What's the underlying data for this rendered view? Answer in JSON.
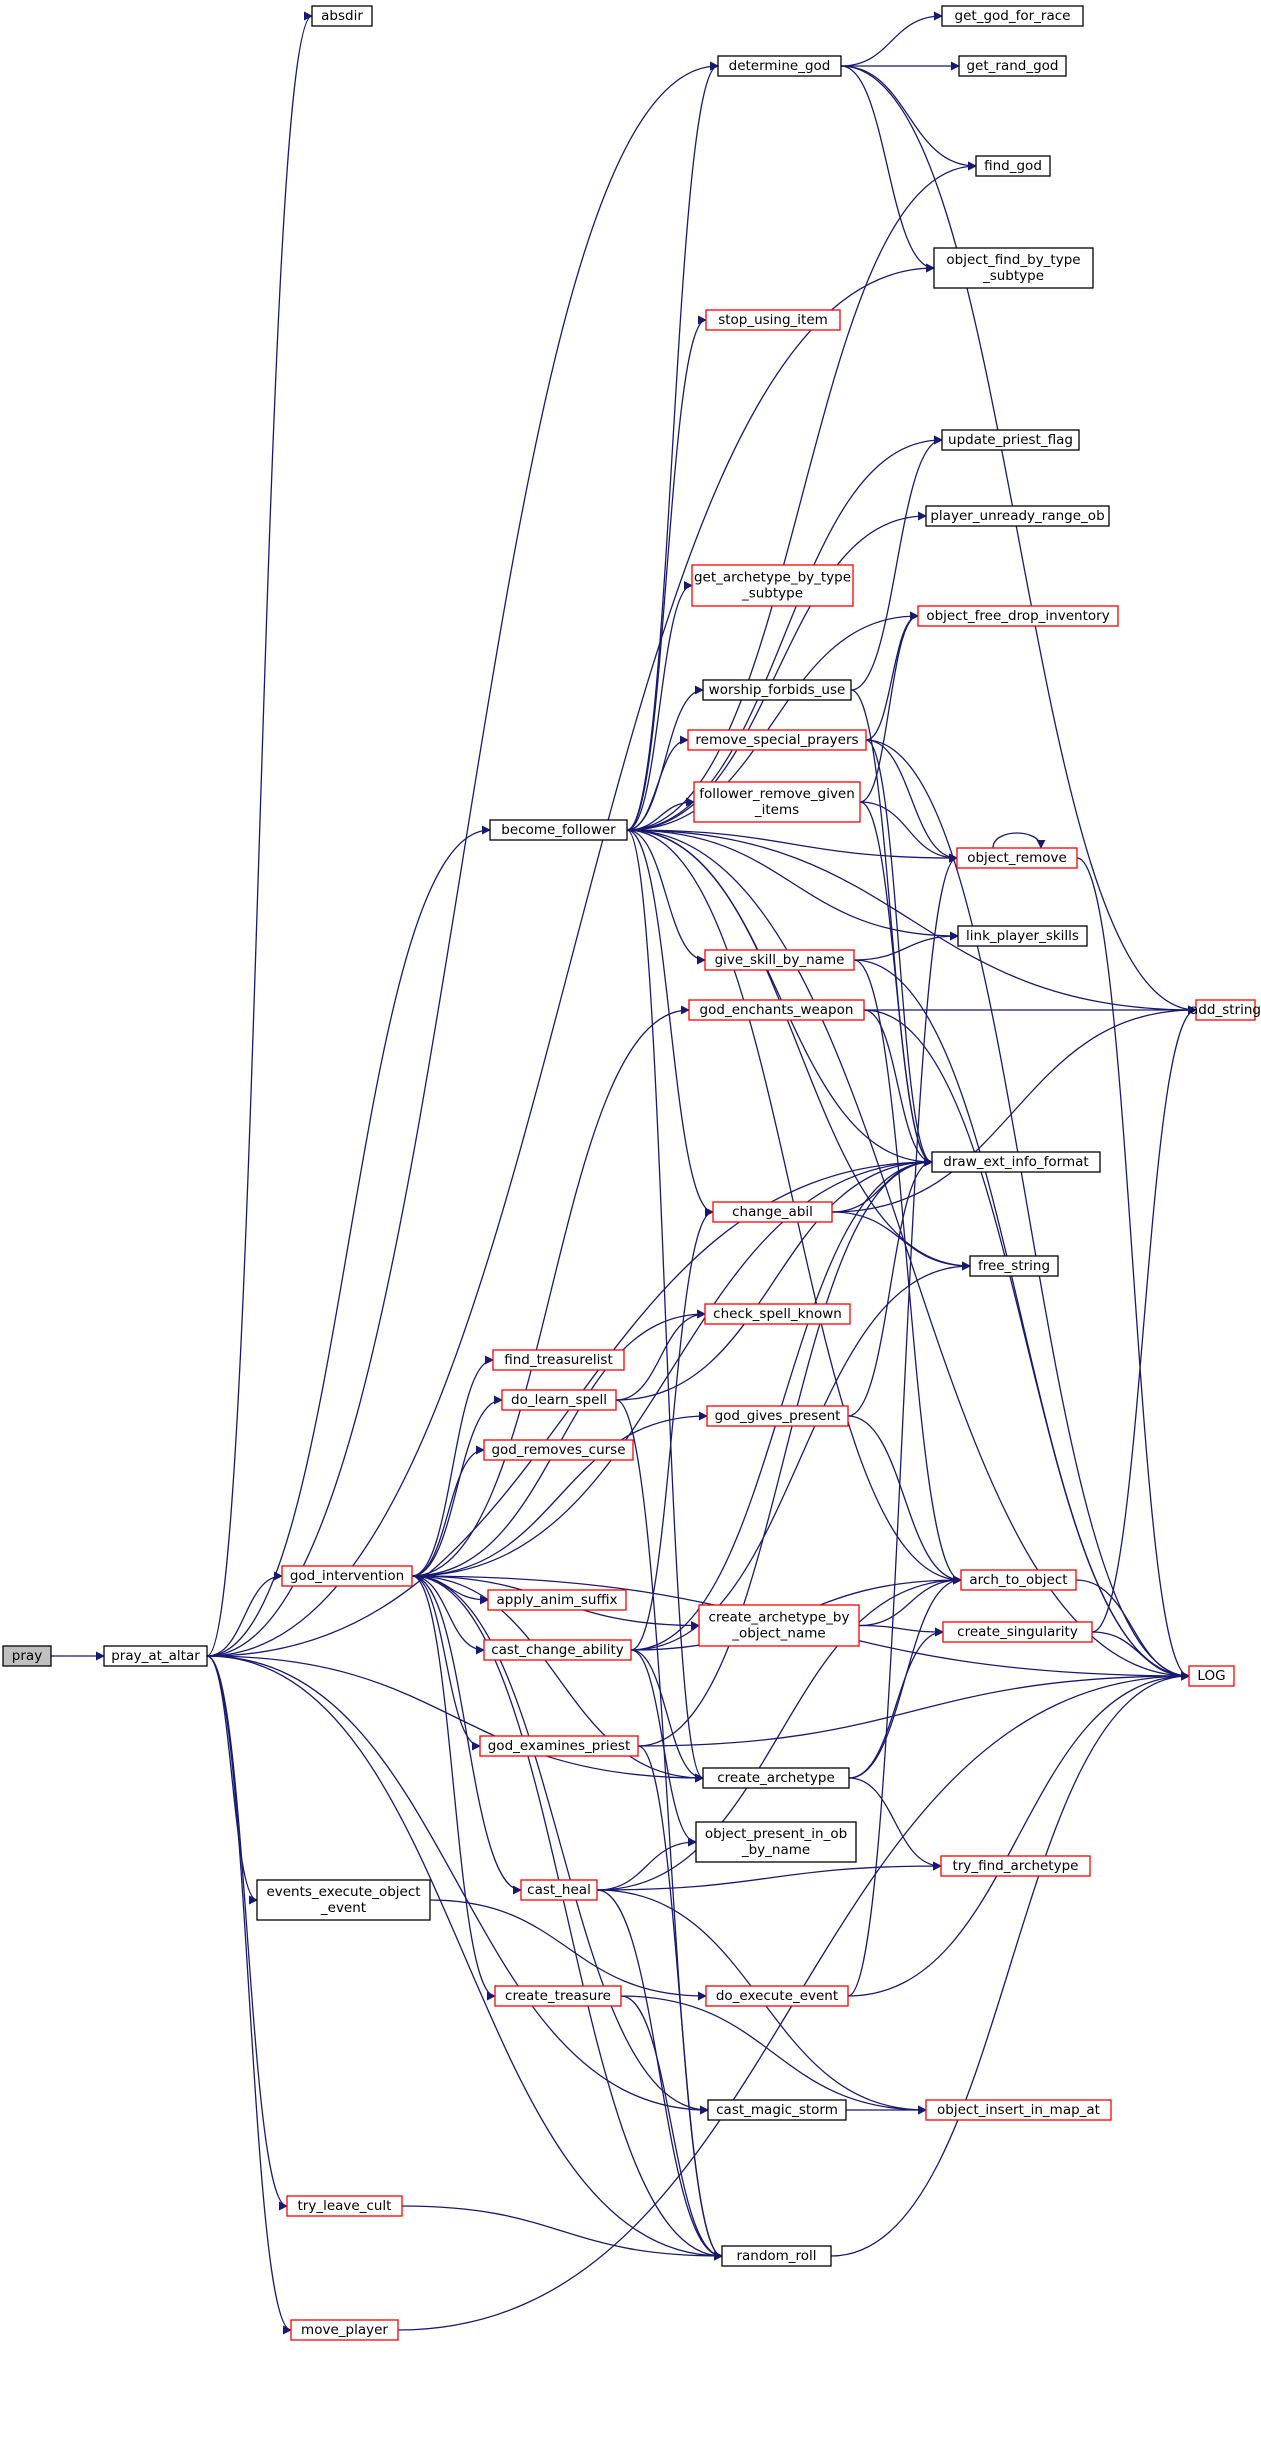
{
  "colors": {
    "edge": "#191970",
    "node_border_normal": "#000000",
    "node_border_external": "#ff0000",
    "node_fill": "#ffffff",
    "node_fill_root": "#bfbfbf",
    "text": "#000000"
  },
  "nodes": [
    {
      "id": "pray",
      "lines": [
        "pray"
      ],
      "style": "root"
    },
    {
      "id": "pray_at_altar",
      "lines": [
        "pray_at_altar"
      ],
      "style": "normal"
    },
    {
      "id": "absdir",
      "lines": [
        "absdir"
      ],
      "style": "normal"
    },
    {
      "id": "determine_god",
      "lines": [
        "determine_god"
      ],
      "style": "normal"
    },
    {
      "id": "get_god_for_race",
      "lines": [
        "get_god_for_race"
      ],
      "style": "normal"
    },
    {
      "id": "get_rand_god",
      "lines": [
        "get_rand_god"
      ],
      "style": "normal"
    },
    {
      "id": "find_god",
      "lines": [
        "find_god"
      ],
      "style": "normal"
    },
    {
      "id": "object_find_by_type_subtype",
      "lines": [
        "object_find_by_type",
        "_subtype"
      ],
      "style": "normal"
    },
    {
      "id": "stop_using_item",
      "lines": [
        "stop_using_item"
      ],
      "style": "red"
    },
    {
      "id": "update_priest_flag",
      "lines": [
        "update_priest_flag"
      ],
      "style": "normal"
    },
    {
      "id": "player_unready_range_ob",
      "lines": [
        "player_unready_range_ob"
      ],
      "style": "normal"
    },
    {
      "id": "get_archetype_by_type_subtype",
      "lines": [
        "get_archetype_by_type",
        "_subtype"
      ],
      "style": "red"
    },
    {
      "id": "object_free_drop_inventory",
      "lines": [
        "object_free_drop_inventory"
      ],
      "style": "red"
    },
    {
      "id": "worship_forbids_use",
      "lines": [
        "worship_forbids_use"
      ],
      "style": "normal"
    },
    {
      "id": "remove_special_prayers",
      "lines": [
        "remove_special_prayers"
      ],
      "style": "red"
    },
    {
      "id": "follower_remove_given_items",
      "lines": [
        "follower_remove_given",
        "_items"
      ],
      "style": "red"
    },
    {
      "id": "become_follower",
      "lines": [
        "become_follower"
      ],
      "style": "normal"
    },
    {
      "id": "object_remove",
      "lines": [
        "object_remove"
      ],
      "style": "red"
    },
    {
      "id": "give_skill_by_name",
      "lines": [
        "give_skill_by_name"
      ],
      "style": "red"
    },
    {
      "id": "link_player_skills",
      "lines": [
        "link_player_skills"
      ],
      "style": "normal"
    },
    {
      "id": "god_enchants_weapon",
      "lines": [
        "god_enchants_weapon"
      ],
      "style": "red"
    },
    {
      "id": "add_string",
      "lines": [
        "add_string"
      ],
      "style": "red"
    },
    {
      "id": "draw_ext_info_format",
      "lines": [
        "draw_ext_info_format"
      ],
      "style": "normal"
    },
    {
      "id": "change_abil",
      "lines": [
        "change_abil"
      ],
      "style": "red"
    },
    {
      "id": "free_string",
      "lines": [
        "free_string"
      ],
      "style": "normal"
    },
    {
      "id": "check_spell_known",
      "lines": [
        "check_spell_known"
      ],
      "style": "red"
    },
    {
      "id": "find_treasurelist",
      "lines": [
        "find_treasurelist"
      ],
      "style": "red"
    },
    {
      "id": "do_learn_spell",
      "lines": [
        "do_learn_spell"
      ],
      "style": "red"
    },
    {
      "id": "god_gives_present",
      "lines": [
        "god_gives_present"
      ],
      "style": "red"
    },
    {
      "id": "god_removes_curse",
      "lines": [
        "god_removes_curse"
      ],
      "style": "red"
    },
    {
      "id": "god_intervention",
      "lines": [
        "god_intervention"
      ],
      "style": "red"
    },
    {
      "id": "arch_to_object",
      "lines": [
        "arch_to_object"
      ],
      "style": "red"
    },
    {
      "id": "apply_anim_suffix",
      "lines": [
        "apply_anim_suffix"
      ],
      "style": "red"
    },
    {
      "id": "create_archetype_by_object_name",
      "lines": [
        "create_archetype_by",
        "_object_name"
      ],
      "style": "red"
    },
    {
      "id": "cast_change_ability",
      "lines": [
        "cast_change_ability"
      ],
      "style": "red"
    },
    {
      "id": "create_singularity",
      "lines": [
        "create_singularity"
      ],
      "style": "red"
    },
    {
      "id": "LOG",
      "lines": [
        "LOG"
      ],
      "style": "red"
    },
    {
      "id": "god_examines_priest",
      "lines": [
        "god_examines_priest"
      ],
      "style": "red"
    },
    {
      "id": "create_archetype",
      "lines": [
        "create_archetype"
      ],
      "style": "normal"
    },
    {
      "id": "object_present_in_ob_by_name",
      "lines": [
        "object_present_in_ob",
        "_by_name"
      ],
      "style": "normal"
    },
    {
      "id": "try_find_archetype",
      "lines": [
        "try_find_archetype"
      ],
      "style": "red"
    },
    {
      "id": "events_execute_object_event",
      "lines": [
        "events_execute_object",
        "_event"
      ],
      "style": "normal"
    },
    {
      "id": "cast_heal",
      "lines": [
        "cast_heal"
      ],
      "style": "red"
    },
    {
      "id": "do_execute_event",
      "lines": [
        "do_execute_event"
      ],
      "style": "red"
    },
    {
      "id": "create_treasure",
      "lines": [
        "create_treasure"
      ],
      "style": "red"
    },
    {
      "id": "cast_magic_storm",
      "lines": [
        "cast_magic_storm"
      ],
      "style": "normal"
    },
    {
      "id": "object_insert_in_map_at",
      "lines": [
        "object_insert_in_map_at"
      ],
      "style": "red"
    },
    {
      "id": "try_leave_cult",
      "lines": [
        "try_leave_cult"
      ],
      "style": "red"
    },
    {
      "id": "random_roll",
      "lines": [
        "random_roll"
      ],
      "style": "normal"
    },
    {
      "id": "move_player",
      "lines": [
        "move_player"
      ],
      "style": "red"
    }
  ],
  "edges": [
    [
      "pray",
      "pray_at_altar"
    ],
    [
      "pray_at_altar",
      "absdir"
    ],
    [
      "pray_at_altar",
      "determine_god"
    ],
    [
      "pray_at_altar",
      "object_find_by_type_subtype"
    ],
    [
      "pray_at_altar",
      "become_follower"
    ],
    [
      "pray_at_altar",
      "draw_ext_info_format"
    ],
    [
      "pray_at_altar",
      "god_intervention"
    ],
    [
      "pray_at_altar",
      "create_archetype"
    ],
    [
      "pray_at_altar",
      "events_execute_object_event"
    ],
    [
      "pray_at_altar",
      "cast_magic_storm"
    ],
    [
      "pray_at_altar",
      "try_leave_cult"
    ],
    [
      "pray_at_altar",
      "random_roll"
    ],
    [
      "pray_at_altar",
      "move_player"
    ],
    [
      "determine_god",
      "get_god_for_race"
    ],
    [
      "determine_god",
      "get_rand_god"
    ],
    [
      "determine_god",
      "find_god"
    ],
    [
      "determine_god",
      "object_find_by_type_subtype"
    ],
    [
      "determine_god",
      "add_string"
    ],
    [
      "become_follower",
      "determine_god"
    ],
    [
      "become_follower",
      "find_god"
    ],
    [
      "become_follower",
      "stop_using_item"
    ],
    [
      "become_follower",
      "update_priest_flag"
    ],
    [
      "become_follower",
      "player_unready_range_ob"
    ],
    [
      "become_follower",
      "get_archetype_by_type_subtype"
    ],
    [
      "become_follower",
      "object_free_drop_inventory"
    ],
    [
      "become_follower",
      "worship_forbids_use"
    ],
    [
      "become_follower",
      "remove_special_prayers"
    ],
    [
      "become_follower",
      "follower_remove_given_items"
    ],
    [
      "become_follower",
      "object_remove"
    ],
    [
      "become_follower",
      "give_skill_by_name"
    ],
    [
      "become_follower",
      "link_player_skills"
    ],
    [
      "become_follower",
      "add_string"
    ],
    [
      "become_follower",
      "draw_ext_info_format"
    ],
    [
      "become_follower",
      "change_abil"
    ],
    [
      "become_follower",
      "free_string"
    ],
    [
      "become_follower",
      "arch_to_object"
    ],
    [
      "become_follower",
      "create_archetype"
    ],
    [
      "become_follower",
      "LOG"
    ],
    [
      "worship_forbids_use",
      "update_priest_flag"
    ],
    [
      "worship_forbids_use",
      "draw_ext_info_format"
    ],
    [
      "remove_special_prayers",
      "object_free_drop_inventory"
    ],
    [
      "remove_special_prayers",
      "object_remove"
    ],
    [
      "remove_special_prayers",
      "draw_ext_info_format"
    ],
    [
      "remove_special_prayers",
      "LOG"
    ],
    [
      "follower_remove_given_items",
      "object_free_drop_inventory"
    ],
    [
      "follower_remove_given_items",
      "object_remove"
    ],
    [
      "follower_remove_given_items",
      "draw_ext_info_format"
    ],
    [
      "object_remove",
      "object_remove"
    ],
    [
      "object_remove",
      "LOG"
    ],
    [
      "give_skill_by_name",
      "link_player_skills"
    ],
    [
      "give_skill_by_name",
      "arch_to_object"
    ],
    [
      "give_skill_by_name",
      "LOG"
    ],
    [
      "god_enchants_weapon",
      "add_string"
    ],
    [
      "god_enchants_weapon",
      "draw_ext_info_format"
    ],
    [
      "god_enchants_weapon",
      "LOG"
    ],
    [
      "change_abil",
      "draw_ext_info_format"
    ],
    [
      "change_abil",
      "free_string"
    ],
    [
      "change_abil",
      "add_string"
    ],
    [
      "do_learn_spell",
      "check_spell_known"
    ],
    [
      "do_learn_spell",
      "draw_ext_info_format"
    ],
    [
      "do_learn_spell",
      "random_roll"
    ],
    [
      "god_gives_present",
      "draw_ext_info_format"
    ],
    [
      "god_gives_present",
      "arch_to_object"
    ],
    [
      "god_intervention",
      "god_enchants_weapon"
    ],
    [
      "god_intervention",
      "draw_ext_info_format"
    ],
    [
      "god_intervention",
      "check_spell_known"
    ],
    [
      "god_intervention",
      "find_treasurelist"
    ],
    [
      "god_intervention",
      "do_learn_spell"
    ],
    [
      "god_intervention",
      "god_removes_curse"
    ],
    [
      "god_intervention",
      "god_gives_present"
    ],
    [
      "god_intervention",
      "apply_anim_suffix"
    ],
    [
      "god_intervention",
      "create_archetype_by_object_name"
    ],
    [
      "god_intervention",
      "cast_change_ability"
    ],
    [
      "god_intervention",
      "god_examines_priest"
    ],
    [
      "god_intervention",
      "create_archetype"
    ],
    [
      "god_intervention",
      "cast_heal"
    ],
    [
      "god_intervention",
      "create_treasure"
    ],
    [
      "god_intervention",
      "cast_magic_storm"
    ],
    [
      "god_intervention",
      "random_roll"
    ],
    [
      "god_intervention",
      "LOG"
    ],
    [
      "create_archetype_by_object_name",
      "arch_to_object"
    ],
    [
      "create_archetype_by_object_name",
      "create_singularity"
    ],
    [
      "create_singularity",
      "add_string"
    ],
    [
      "create_singularity",
      "LOG"
    ],
    [
      "arch_to_object",
      "LOG"
    ],
    [
      "cast_change_ability",
      "change_abil"
    ],
    [
      "cast_change_ability",
      "draw_ext_info_format"
    ],
    [
      "cast_change_ability",
      "free_string"
    ],
    [
      "cast_change_ability",
      "create_archetype"
    ],
    [
      "cast_change_ability",
      "object_present_in_ob_by_name"
    ],
    [
      "cast_change_ability",
      "arch_to_object"
    ],
    [
      "god_examines_priest",
      "draw_ext_info_format"
    ],
    [
      "god_examines_priest",
      "LOG"
    ],
    [
      "god_examines_priest",
      "random_roll"
    ],
    [
      "create_archetype",
      "arch_to_object"
    ],
    [
      "create_archetype",
      "create_singularity"
    ],
    [
      "create_archetype",
      "try_find_archetype"
    ],
    [
      "cast_heal",
      "object_present_in_ob_by_name"
    ],
    [
      "cast_heal",
      "try_find_archetype"
    ],
    [
      "cast_heal",
      "arch_to_object"
    ],
    [
      "cast_heal",
      "object_insert_in_map_at"
    ],
    [
      "cast_heal",
      "random_roll"
    ],
    [
      "events_execute_object_event",
      "do_execute_event"
    ],
    [
      "do_execute_event",
      "object_remove"
    ],
    [
      "do_execute_event",
      "LOG"
    ],
    [
      "create_treasure",
      "object_insert_in_map_at"
    ],
    [
      "create_treasure",
      "random_roll"
    ],
    [
      "cast_magic_storm",
      "object_insert_in_map_at"
    ],
    [
      "try_leave_cult",
      "random_roll"
    ],
    [
      "random_roll",
      "LOG"
    ],
    [
      "move_player",
      "LOG"
    ]
  ]
}
